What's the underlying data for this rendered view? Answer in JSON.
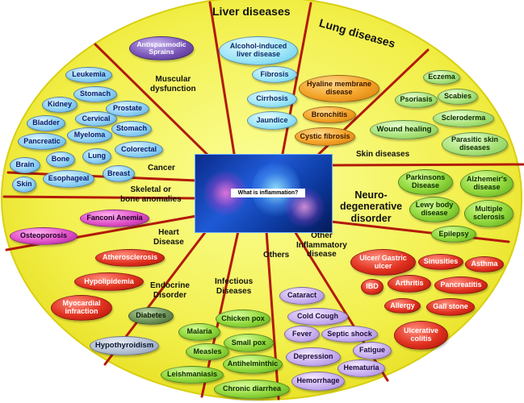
{
  "center": {
    "caption": "What is inflammation?"
  },
  "sectors": {
    "liver": {
      "title": "Liver diseases",
      "items": [
        "Alcohol-induced liver disease",
        "Fibrosis",
        "Cirrhosis",
        "Jaundice"
      ]
    },
    "lung": {
      "title": "Lung diseases",
      "items": [
        "Hyaline membrane disease",
        "Bronchitis",
        "Cystic fibrosis"
      ]
    },
    "skin": {
      "title": "Skin diseases",
      "items": [
        "Eczema",
        "Psoriasis",
        "Scabies",
        "Scleroderma",
        "Wound healing",
        "Parasitic skin diseases"
      ]
    },
    "neuro": {
      "title": "Neuro-degenerative disorder",
      "title_lines": [
        "Neuro-",
        "degenerative",
        "disorder"
      ],
      "items": [
        "Parkinsons Disease",
        "Alzhemeir's disease",
        "Lewy body disease",
        "Multiple sclerosis",
        "Epilepsy"
      ]
    },
    "other_inflammatory": {
      "title": "Other Inflammatory disease",
      "title_lines": [
        "Other",
        "Inflammatory",
        "disease"
      ],
      "items": [
        "Ulcer/ Gastric ulcer",
        "Sinusities",
        "Asthma",
        "IBD",
        "Arthritis",
        "Pancreatitis",
        "Allergy",
        "Gall stone",
        "Ulcerative colitis"
      ]
    },
    "others": {
      "title": "Others",
      "items": [
        "Cataract",
        "Cold Cough",
        "Fever",
        "Septic shock",
        "Fatigue",
        "Depression",
        "Hematuria",
        "Hemorrhage"
      ]
    },
    "infectious": {
      "title": "Infectious Diseases",
      "title_lines": [
        "Infectious",
        "Diseases"
      ],
      "items": [
        "Chicken pox",
        "Malaria",
        "Small pox",
        "Measles",
        "Antihelminthic",
        "Leishmaniasis",
        "Chronic diarrhea"
      ]
    },
    "endocrine": {
      "title": "Endocrine Disorder",
      "title_lines": [
        "Endocrine",
        "Disorder"
      ],
      "items": [
        "Diabetes",
        "Hypothyroidism"
      ]
    },
    "heart": {
      "title": "Heart Disease",
      "title_lines": [
        "Heart",
        "Disease"
      ],
      "items": [
        "Atherosclerosis",
        "Hypolipidemia",
        "Myocardial infraction"
      ]
    },
    "skeletal": {
      "title": "Skeletal or bone anomalies",
      "title_lines": [
        "Skeletal or",
        "bone anomalies"
      ],
      "items": [
        "Fanconi Anemia",
        "Osteoporosis"
      ]
    },
    "cancer": {
      "title": "Cancer",
      "items": [
        "Leukemia",
        "Stomach",
        "Kidney",
        "Prostate",
        "Cervical",
        "Bladder",
        "Stomach",
        "Myeloma",
        "Pancreatic",
        "Colorectal",
        "Bone",
        "Lung",
        "Brain",
        "Breast",
        "Esophageal",
        "Skin"
      ]
    },
    "muscular": {
      "title": "Muscular dysfunction",
      "title_lines": [
        "Muscular",
        "dysfunction"
      ],
      "items": [
        "Antispasmodic Sprains"
      ]
    }
  }
}
